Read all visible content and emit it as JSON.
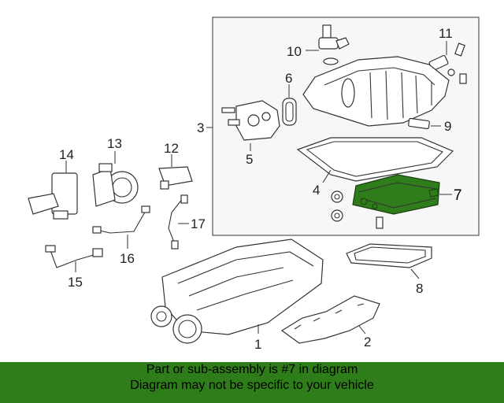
{
  "callouts": {
    "c1": "1",
    "c2": "2",
    "c3": "3",
    "c4": "4",
    "c5": "5",
    "c6": "6",
    "c7": "7",
    "c8": "8",
    "c9": "9",
    "c10": "10",
    "c11": "11",
    "c12": "12",
    "c13": "13",
    "c14": "14",
    "c15": "15",
    "c16": "16",
    "c17": "17"
  },
  "banner": {
    "line1": "Part or sub-assembly is #7 in diagram",
    "line2": "Diagram may not be specific to your vehicle"
  },
  "colors": {
    "banner_bg": "#2f7d1a",
    "highlight_part": "#2f7d1a",
    "line": "#333333",
    "box_fill": "#f7f7f7"
  }
}
